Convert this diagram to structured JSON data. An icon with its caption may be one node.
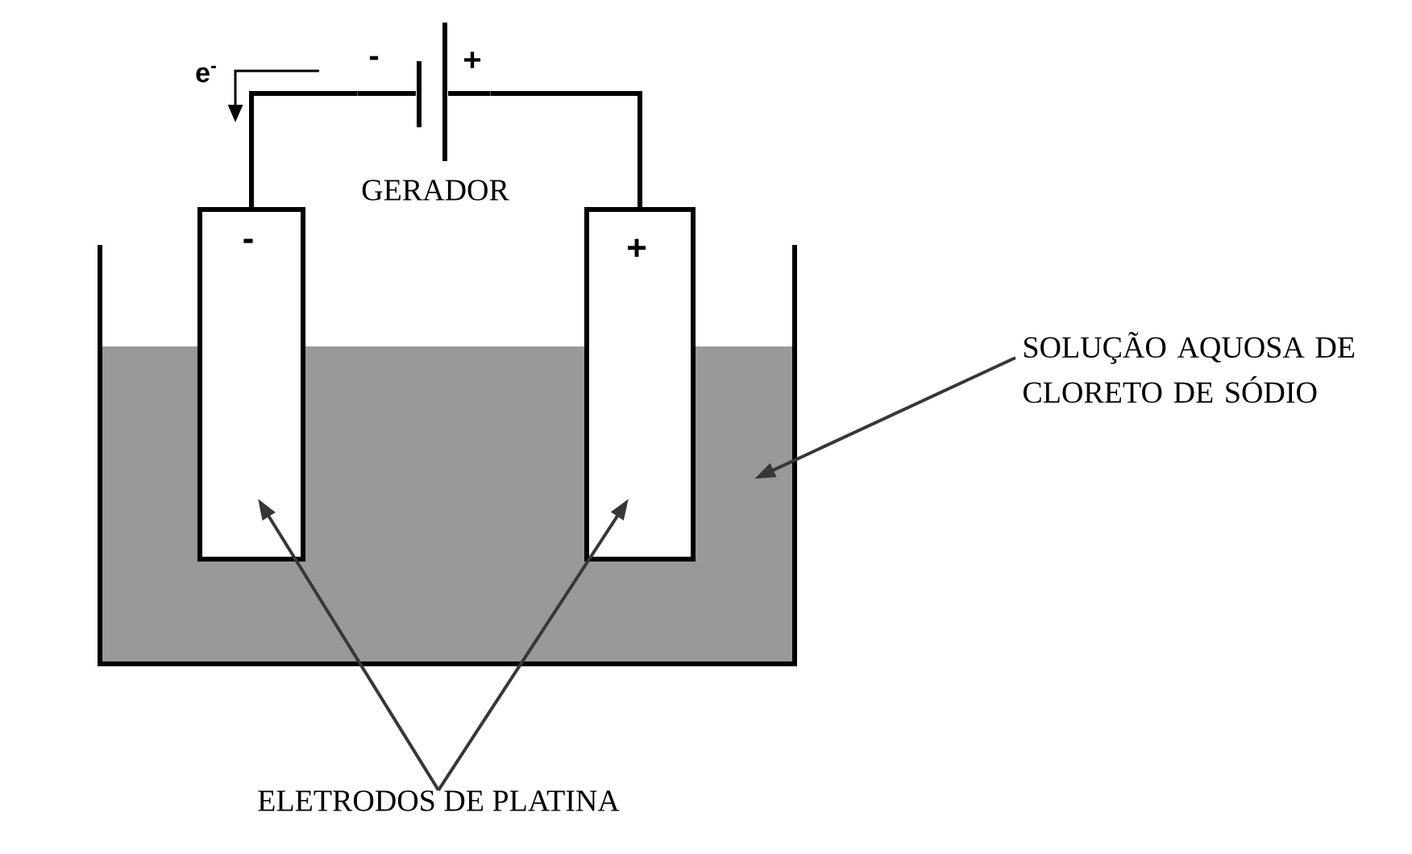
{
  "diagram": {
    "nodes": [
      {
        "text": [
          "-"
        ]
      },
      {
        "text": [
          "+"
        ]
      },
      {
        "text": [
          "SOLUÇÃO AQUOSA DE CLORETO DE SÓDIO"
        ]
      },
      {
        "text": [],
        "shape": "box"
      },
      {
        "text": [
          "ELETRODOS DE PLATINA"
        ]
      },
      {
        "text": [
          "-",
          "+",
          "GERADOR"
        ]
      }
    ],
    "edges": [
      {
        "from": 5,
        "to": 0,
        "arrow": "none"
      },
      {
        "from": 5,
        "to": 1,
        "arrow": "none"
      },
      {
        "from": 2,
        "to": 3,
        "arrow": "to"
      },
      {
        "from": 4,
        "to": 0,
        "arrow": "to"
      },
      {
        "from": 4,
        "to": 1,
        "arrow": "to"
      }
    ],
    "labels": [
      "e$^{-}$"
    ]
  }
}
